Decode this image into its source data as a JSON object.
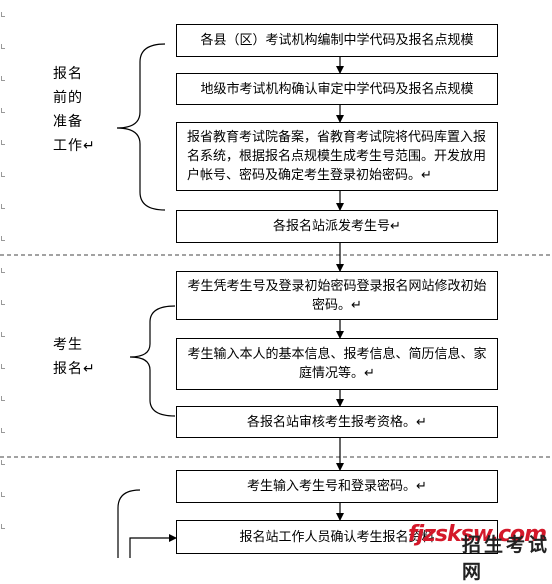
{
  "stages": [
    {
      "label": "报名\n前的\n准备\n工作↵",
      "steps": [
        "各县（区）考试机构编制中学代码及报名点规模",
        "地级市考试机构确认审定中学代码及报名点规模",
        "报省教育考试院备案，省教育考试院将代码库置入报名系统，根据报名点规模生成考生号范围。开发放用户帐号、密码及确定考生登录初始密码。↵",
        "各报名站派发考生号↵"
      ]
    },
    {
      "label": "考生\n报名↵",
      "steps": [
        "考生凭考生号及登录初始密码登录报名网站修改初始密码。↵",
        "考生输入本人的基本信息、报考信息、简历信息、家庭情况等。↵",
        "各报名站审核考生报考资格。↵"
      ]
    },
    {
      "label": "",
      "steps": [
        "考生输入考生号和登录密码。↵",
        "报名站工作人员确认考生报名资料"
      ]
    }
  ],
  "watermark": {
    "latin": "fjzsksw.com",
    "chinese": "招生考试网",
    "color": "#d4182a"
  }
}
